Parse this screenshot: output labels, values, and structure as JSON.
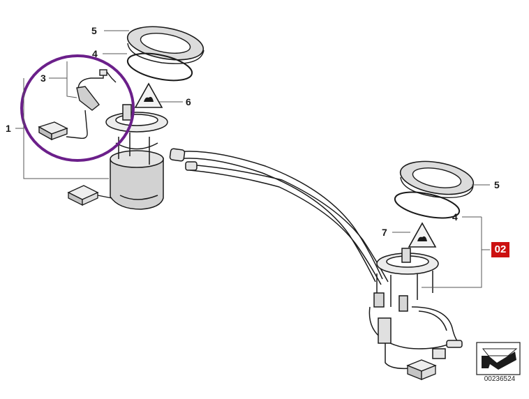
{
  "callouts": {
    "c1": "1",
    "c3": "3",
    "c4_left": "4",
    "c5_left": "5",
    "c6": "6",
    "c4_right": "4",
    "c5_right": "5",
    "c7": "7"
  },
  "reference_tag": "02",
  "diagram_number": "00236524",
  "colors": {
    "highlight_circle": "#6b1f8a",
    "reference_tag": "#cc1111",
    "line_art": "#1a1a1a"
  },
  "icons": [
    "warning-triangle-icon",
    "warning-triangle-icon",
    "navigation-arrow-icon"
  ]
}
